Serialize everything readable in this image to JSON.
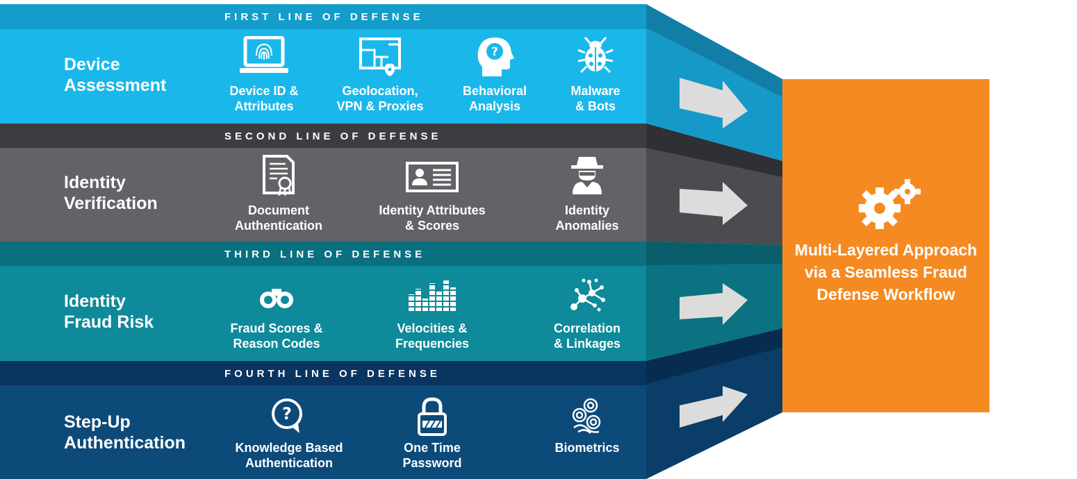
{
  "layers": [
    {
      "header": "FIRST LINE OF DEFENSE",
      "label_lines": [
        "Device",
        "Assessment"
      ],
      "color": "#1ab8ea",
      "header_color": "#149cca",
      "items": [
        {
          "icon": "laptop-fingerprint-icon",
          "lines": [
            "Device ID &",
            "Attributes"
          ]
        },
        {
          "icon": "map-location-icon",
          "lines": [
            "Geolocation,",
            "VPN & Proxies"
          ]
        },
        {
          "icon": "head-question-icon",
          "lines": [
            "Behavioral",
            "Analysis"
          ]
        },
        {
          "icon": "bug-icon",
          "lines": [
            "Malware",
            "& Bots"
          ]
        }
      ]
    },
    {
      "header": "SECOND LINE OF DEFENSE",
      "label_lines": [
        "Identity",
        "Verification"
      ],
      "color": "#626366",
      "header_color": "#3c3d40",
      "items": [
        {
          "icon": "certificate-document-icon",
          "lines": [
            "Document",
            "Authentication"
          ]
        },
        {
          "icon": "id-card-icon",
          "lines": [
            "Identity Attributes",
            "& Scores"
          ]
        },
        {
          "icon": "spy-icon",
          "lines": [
            "Identity",
            "Anomalies"
          ]
        }
      ]
    },
    {
      "header": "THIRD LINE OF DEFENSE",
      "label_lines": [
        "Identity",
        "Fraud Risk"
      ],
      "color": "#0e8a9a",
      "header_color": "#0a6f7f",
      "items": [
        {
          "icon": "binoculars-icon",
          "lines": [
            "Fraud Scores &",
            "Reason Codes"
          ]
        },
        {
          "icon": "equalizer-icon",
          "lines": [
            "Velocities &",
            "Frequencies"
          ]
        },
        {
          "icon": "network-icon",
          "lines": [
            "Correlation",
            "& Linkages"
          ]
        }
      ]
    },
    {
      "header": "FOURTH LINE OF DEFENSE",
      "label_lines": [
        "Step-Up",
        "Authentication"
      ],
      "color": "#0c4a7a",
      "header_color": "#0a3560",
      "items": [
        {
          "icon": "speech-question-icon",
          "lines": [
            "Knowledge Based",
            "Authentication"
          ]
        },
        {
          "icon": "padlock-icon",
          "lines": [
            "One Time",
            "Password"
          ]
        },
        {
          "icon": "biometric-icon",
          "lines": [
            "Biometrics"
          ]
        }
      ]
    }
  ],
  "outcome": {
    "lines": [
      "Multi-Layered Approach",
      "via a Seamless Fraud",
      "Defense Workflow"
    ],
    "color": "#f58a23",
    "icon": "gears-icon"
  }
}
